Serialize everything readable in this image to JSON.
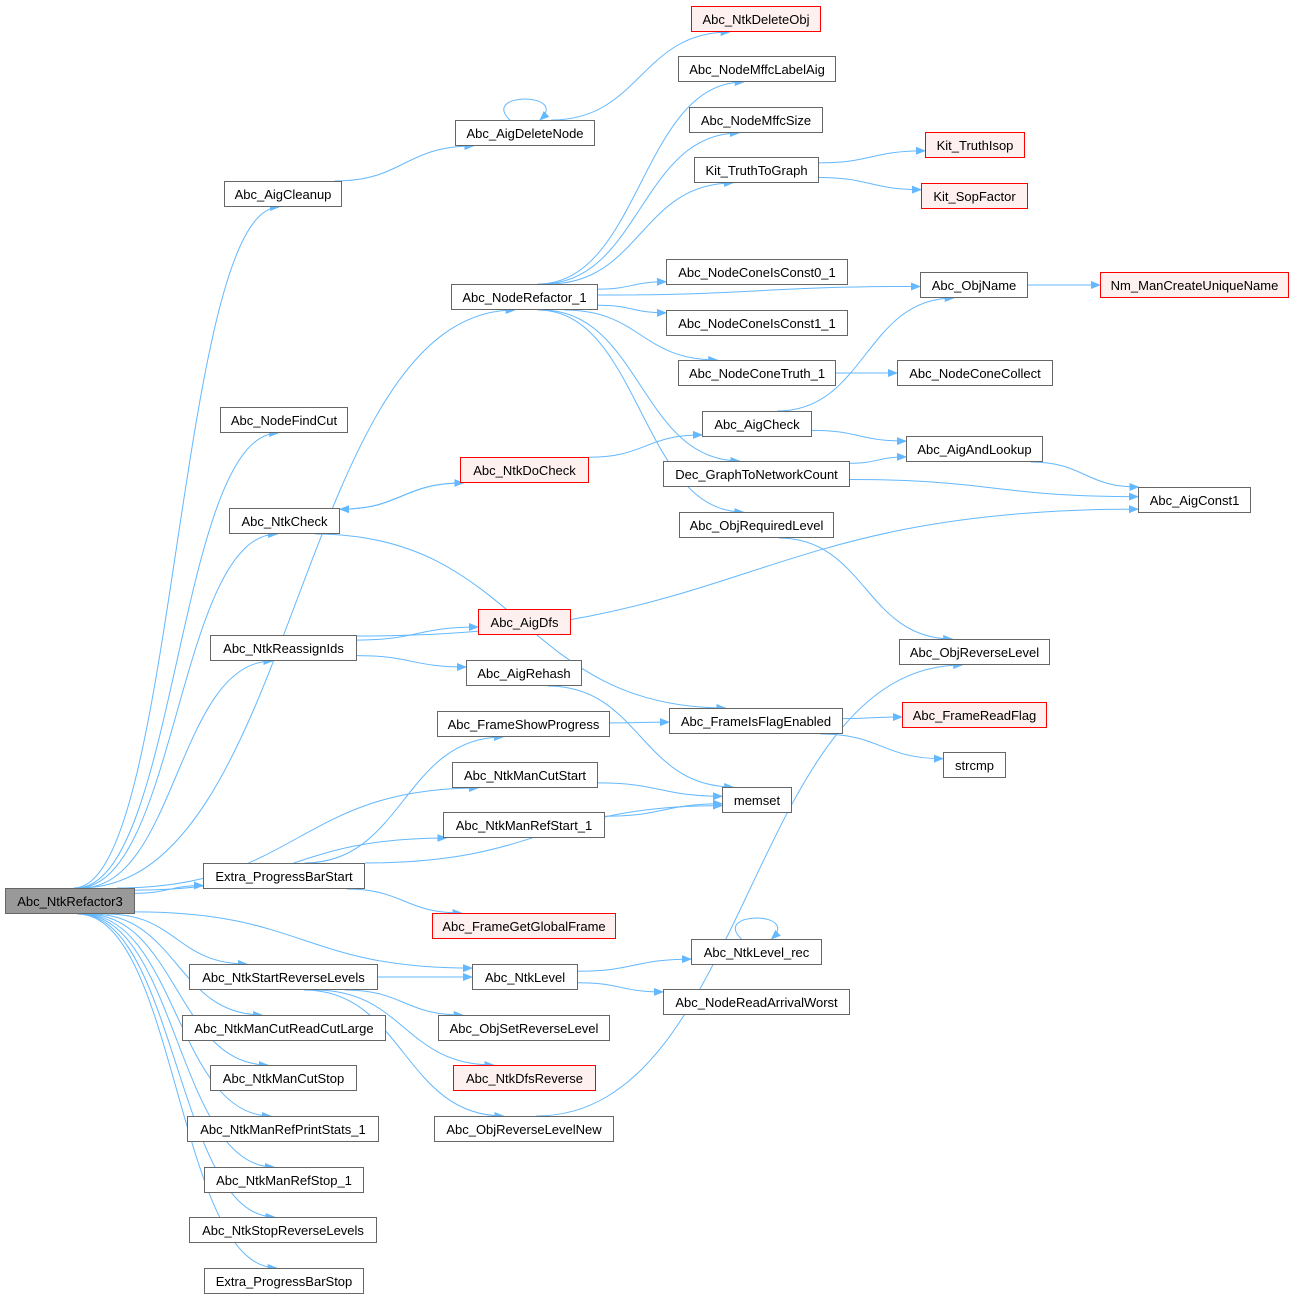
{
  "graph": {
    "edge_color": "#63b8ff",
    "nodes": [
      {
        "id": "root",
        "label": "Abc_NtkRefactor3",
        "style": "root"
      },
      {
        "id": "aigcleanup",
        "label": "Abc_AigCleanup",
        "style": "normal"
      },
      {
        "id": "aigdeletenode",
        "label": "Abc_AigDeleteNode",
        "style": "normal"
      },
      {
        "id": "ntkdeleteobj",
        "label": "Abc_NtkDeleteObj",
        "style": "red"
      },
      {
        "id": "nodefindcut",
        "label": "Abc_NodeFindCut",
        "style": "normal"
      },
      {
        "id": "noderefactor",
        "label": "Abc_NodeRefactor_1",
        "style": "normal"
      },
      {
        "id": "nodemffclabelaig",
        "label": "Abc_NodeMffcLabelAig",
        "style": "normal"
      },
      {
        "id": "nodemffcsize",
        "label": "Abc_NodeMffcSize",
        "style": "normal"
      },
      {
        "id": "kittruthtograph",
        "label": "Kit_TruthToGraph",
        "style": "normal"
      },
      {
        "id": "kittruthisop",
        "label": "Kit_TruthIsop",
        "style": "red"
      },
      {
        "id": "kitsopfactor",
        "label": "Kit_SopFactor",
        "style": "red"
      },
      {
        "id": "objname",
        "label": "Abc_ObjName",
        "style": "normal"
      },
      {
        "id": "nmmancreate",
        "label": "Nm_ManCreateUniqueName",
        "style": "red"
      },
      {
        "id": "nodeconeconst0",
        "label": "Abc_NodeConeIsConst0_1",
        "style": "normal"
      },
      {
        "id": "nodeconeconst1",
        "label": "Abc_NodeConeIsConst1_1",
        "style": "normal"
      },
      {
        "id": "nodeconetruth",
        "label": "Abc_NodeConeTruth_1",
        "style": "normal"
      },
      {
        "id": "nodeconecollect",
        "label": "Abc_NodeConeCollect",
        "style": "normal"
      },
      {
        "id": "aigcheck",
        "label": "Abc_AigCheck",
        "style": "normal"
      },
      {
        "id": "aigandlookup",
        "label": "Abc_AigAndLookup",
        "style": "normal"
      },
      {
        "id": "decgraph",
        "label": "Dec_GraphToNetworkCount",
        "style": "normal"
      },
      {
        "id": "aigconst1",
        "label": "Abc_AigConst1",
        "style": "normal"
      },
      {
        "id": "objrequiredlevel",
        "label": "Abc_ObjRequiredLevel",
        "style": "normal"
      },
      {
        "id": "ntkdocheck",
        "label": "Abc_NtkDoCheck",
        "style": "red"
      },
      {
        "id": "ntkcheck",
        "label": "Abc_NtkCheck",
        "style": "normal"
      },
      {
        "id": "ntkreassignids",
        "label": "Abc_NtkReassignIds",
        "style": "normal"
      },
      {
        "id": "aigdfs",
        "label": "Abc_AigDfs",
        "style": "red"
      },
      {
        "id": "aigrehash",
        "label": "Abc_AigRehash",
        "style": "normal"
      },
      {
        "id": "objreverselevel",
        "label": "Abc_ObjReverseLevel",
        "style": "normal"
      },
      {
        "id": "frameshowprogress",
        "label": "Abc_FrameShowProgress",
        "style": "normal"
      },
      {
        "id": "frameisflagenabled",
        "label": "Abc_FrameIsFlagEnabled",
        "style": "normal"
      },
      {
        "id": "framereadflag",
        "label": "Abc_FrameReadFlag",
        "style": "red"
      },
      {
        "id": "strcmp",
        "label": "strcmp",
        "style": "normal"
      },
      {
        "id": "ntkmancutstart",
        "label": "Abc_NtkManCutStart",
        "style": "normal"
      },
      {
        "id": "memset",
        "label": "memset",
        "style": "normal"
      },
      {
        "id": "ntkmanrefstart",
        "label": "Abc_NtkManRefStart_1",
        "style": "normal"
      },
      {
        "id": "progressbarstart",
        "label": "Extra_ProgressBarStart",
        "style": "normal"
      },
      {
        "id": "framegetglobal",
        "label": "Abc_FrameGetGlobalFrame",
        "style": "red"
      },
      {
        "id": "ntklevelrec",
        "label": "Abc_NtkLevel_rec",
        "style": "normal"
      },
      {
        "id": "ntkstartreverse",
        "label": "Abc_NtkStartReverseLevels",
        "style": "normal"
      },
      {
        "id": "ntklevel",
        "label": "Abc_NtkLevel",
        "style": "normal"
      },
      {
        "id": "nodereadarrival",
        "label": "Abc_NodeReadArrivalWorst",
        "style": "normal"
      },
      {
        "id": "ntkmancutreadlarge",
        "label": "Abc_NtkManCutReadCutLarge",
        "style": "normal"
      },
      {
        "id": "objsetreverselevel",
        "label": "Abc_ObjSetReverseLevel",
        "style": "normal"
      },
      {
        "id": "ntkmancutstop",
        "label": "Abc_NtkManCutStop",
        "style": "normal"
      },
      {
        "id": "ntkdfsreverse",
        "label": "Abc_NtkDfsReverse",
        "style": "red"
      },
      {
        "id": "ntkmanrefprint",
        "label": "Abc_NtkManRefPrintStats_1",
        "style": "normal"
      },
      {
        "id": "objreverselevelnew",
        "label": "Abc_ObjReverseLevelNew",
        "style": "normal"
      },
      {
        "id": "ntkmanrefstop",
        "label": "Abc_NtkManRefStop_1",
        "style": "normal"
      },
      {
        "id": "ntkstopreverse",
        "label": "Abc_NtkStopReverseLevels",
        "style": "normal"
      },
      {
        "id": "progressbarstop",
        "label": "Extra_ProgressBarStop",
        "style": "normal"
      }
    ],
    "edges": [
      [
        "root",
        "aigcleanup"
      ],
      [
        "root",
        "nodefindcut"
      ],
      [
        "root",
        "noderefactor"
      ],
      [
        "root",
        "ntkcheck"
      ],
      [
        "root",
        "ntkreassignids"
      ],
      [
        "root",
        "ntkmancutstart"
      ],
      [
        "root",
        "ntkmanrefstart"
      ],
      [
        "root",
        "progressbarstart"
      ],
      [
        "root",
        "ntklevel"
      ],
      [
        "root",
        "ntkstartreverse"
      ],
      [
        "root",
        "ntkmancutreadlarge"
      ],
      [
        "root",
        "ntkmancutstop"
      ],
      [
        "root",
        "ntkmanrefprint"
      ],
      [
        "root",
        "ntkmanrefstop"
      ],
      [
        "root",
        "ntkstopreverse"
      ],
      [
        "root",
        "progressbarstop"
      ],
      [
        "aigcleanup",
        "aigdeletenode"
      ],
      [
        "aigdeletenode",
        "aigdeletenode"
      ],
      [
        "aigdeletenode",
        "ntkdeleteobj"
      ],
      [
        "noderefactor",
        "nodemffclabelaig"
      ],
      [
        "noderefactor",
        "nodemffcsize"
      ],
      [
        "noderefactor",
        "kittruthtograph"
      ],
      [
        "noderefactor",
        "objname"
      ],
      [
        "noderefactor",
        "nodeconeconst0"
      ],
      [
        "noderefactor",
        "nodeconeconst1"
      ],
      [
        "noderefactor",
        "nodeconetruth"
      ],
      [
        "noderefactor",
        "decgraph"
      ],
      [
        "noderefactor",
        "objrequiredlevel"
      ],
      [
        "kittruthtograph",
        "kittruthisop"
      ],
      [
        "kittruthtograph",
        "kitsopfactor"
      ],
      [
        "objname",
        "nmmancreate"
      ],
      [
        "nodeconetruth",
        "nodeconecollect"
      ],
      [
        "aigcheck",
        "objname"
      ],
      [
        "aigcheck",
        "aigandlookup"
      ],
      [
        "decgraph",
        "aigandlookup"
      ],
      [
        "decgraph",
        "aigconst1"
      ],
      [
        "aigandlookup",
        "aigconst1"
      ],
      [
        "objrequiredlevel",
        "objreverselevel"
      ],
      [
        "ntkcheck",
        "ntkdocheck"
      ],
      [
        "ntkdocheck",
        "ntkcheck"
      ],
      [
        "ntkdocheck",
        "aigcheck"
      ],
      [
        "ntkcheck",
        "frameisflagenabled"
      ],
      [
        "ntkreassignids",
        "aigconst1"
      ],
      [
        "ntkreassignids",
        "aigdfs"
      ],
      [
        "ntkreassignids",
        "aigrehash"
      ],
      [
        "aigrehash",
        "memset"
      ],
      [
        "frameshowprogress",
        "frameisflagenabled"
      ],
      [
        "frameisflagenabled",
        "framereadflag"
      ],
      [
        "frameisflagenabled",
        "strcmp"
      ],
      [
        "ntkmancutstart",
        "memset"
      ],
      [
        "ntkmanrefstart",
        "memset"
      ],
      [
        "progressbarstart",
        "memset"
      ],
      [
        "progressbarstart",
        "frameshowprogress"
      ],
      [
        "progressbarstart",
        "framegetglobal"
      ],
      [
        "ntklevel",
        "ntklevelrec"
      ],
      [
        "ntklevelrec",
        "ntklevelrec"
      ],
      [
        "ntklevel",
        "nodereadarrival"
      ],
      [
        "ntkstartreverse",
        "ntklevel"
      ],
      [
        "ntkstartreverse",
        "objsetreverselevel"
      ],
      [
        "ntkstartreverse",
        "ntkdfsreverse"
      ],
      [
        "ntkstartreverse",
        "objreverselevelnew"
      ],
      [
        "objreverselevelnew",
        "objreverselevel"
      ]
    ]
  }
}
